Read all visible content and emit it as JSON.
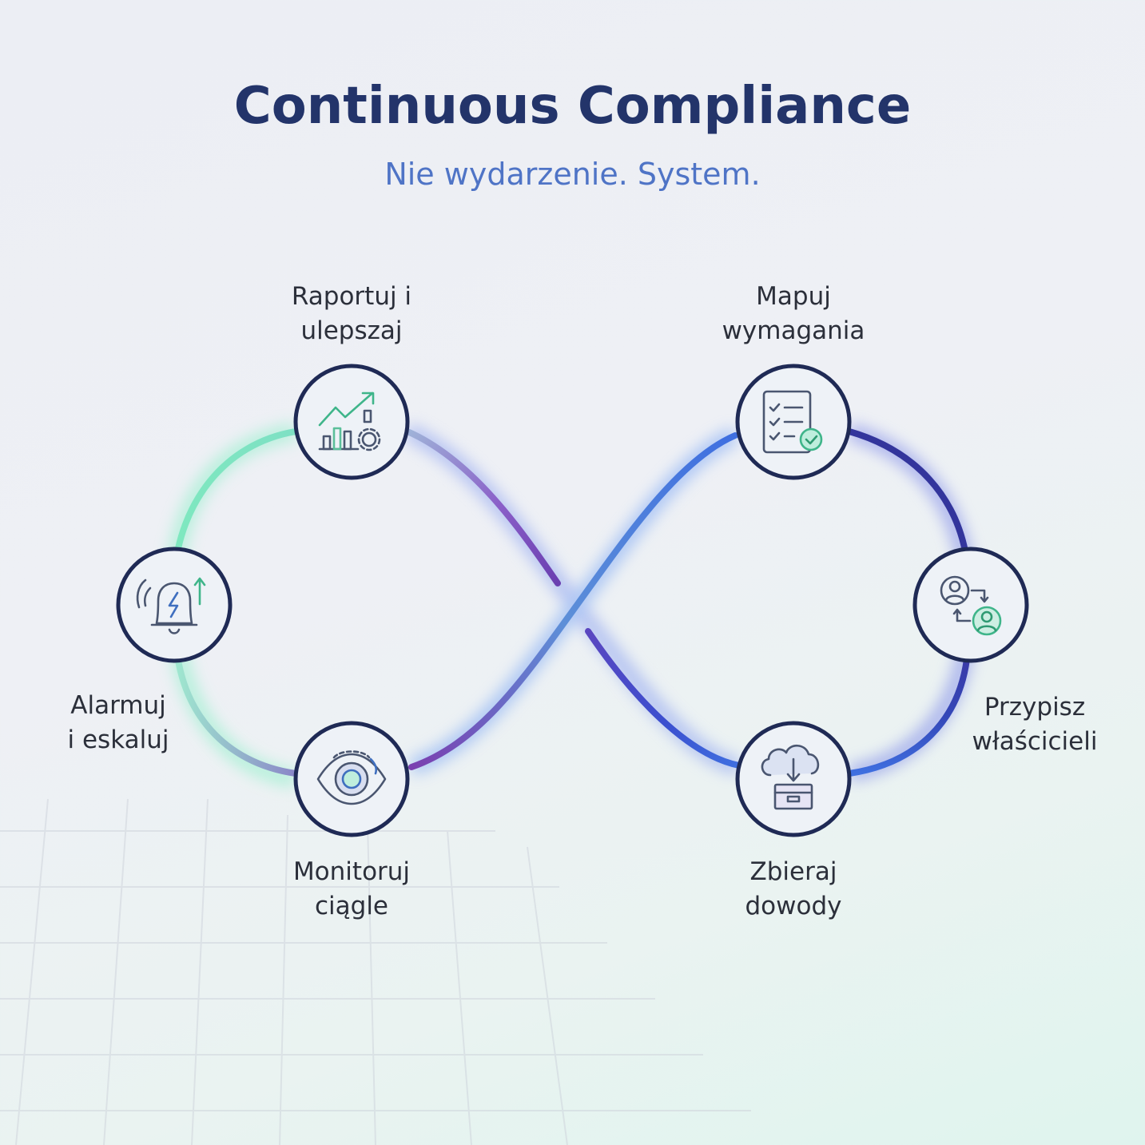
{
  "header": {
    "title": "Continuous Compliance",
    "subtitle": "Nie wydarzenie. System."
  },
  "colors": {
    "title": "#23346a",
    "subtitle": "#4f74c6",
    "node_border": "#1f2a55",
    "loop_green": "#6fe0b0",
    "loop_purple": "#6a3fb0",
    "loop_blue": "#3f6fe0",
    "loop_indigo": "#3a3aa8"
  },
  "steps": [
    {
      "id": "map",
      "line1": "Mapuj",
      "line2": "wymagania",
      "icon": "checklist-icon"
    },
    {
      "id": "assign",
      "line1": "Przypisz",
      "line2": "właścicieli",
      "icon": "user-swap-icon"
    },
    {
      "id": "collect",
      "line1": "Zbieraj",
      "line2": "dowody",
      "icon": "cloud-archive-icon"
    },
    {
      "id": "monitor",
      "line1": "Monitoruj",
      "line2": "ciągle",
      "icon": "eye-icon"
    },
    {
      "id": "alarm",
      "line1": "Alarmuj",
      "line2": "i eskaluj",
      "icon": "alarm-bell-icon"
    },
    {
      "id": "report",
      "line1": "Raportuj i",
      "line2": "ulepszaj",
      "icon": "growth-chart-gear-icon"
    }
  ]
}
